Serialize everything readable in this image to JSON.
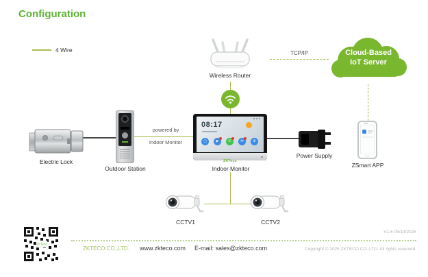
{
  "title": "Configuration",
  "legend": {
    "wire_label": "4 Wire"
  },
  "diagram": {
    "router": {
      "label": "Wireless Router"
    },
    "cloud": {
      "line1": "Cloud-Based",
      "line2": "IoT Server"
    },
    "tcpip_label": "TCP/IP",
    "lock": {
      "label": "Electric Lock"
    },
    "outdoor_station": {
      "label": "Outdoor Station"
    },
    "powered_by": {
      "line1": "powered by",
      "line2": "Indoor Monitor"
    },
    "indoor_monitor": {
      "label": "Indoor Monitor",
      "time": "08:17",
      "brand": "ZKTeco",
      "app_icons": [
        {
          "name": "live-view-icon",
          "glyph": "▢"
        },
        {
          "name": "playback-icon",
          "glyph": "▶"
        },
        {
          "name": "call-icon",
          "glyph": "✆"
        },
        {
          "name": "message-icon",
          "glyph": "✉"
        },
        {
          "name": "settings-icon",
          "glyph": "⚙"
        }
      ]
    },
    "power_supply": {
      "label": "Power Supply"
    },
    "app": {
      "label": "ZSmart APP"
    },
    "cctv1": {
      "label": "CCTV1"
    },
    "cctv2": {
      "label": "CCTV2"
    }
  },
  "footer": {
    "company": "ZKTECO CO.,LTD.",
    "website": "www.zkteco.com",
    "email": "E-mail: sales@zkteco.com",
    "version": "V1.6  05/19/2025",
    "copyright": "Copyright © 2025 ZKTECO CO.,LTD. All rights reserved."
  },
  "colors": {
    "brand_green": "#5cb234",
    "cloud_green": "#79b72e",
    "wire_green": "#a9bd52",
    "dark_wire": "#474747",
    "app_blue": "#3c8ae4",
    "call_green": "#41c24f"
  }
}
